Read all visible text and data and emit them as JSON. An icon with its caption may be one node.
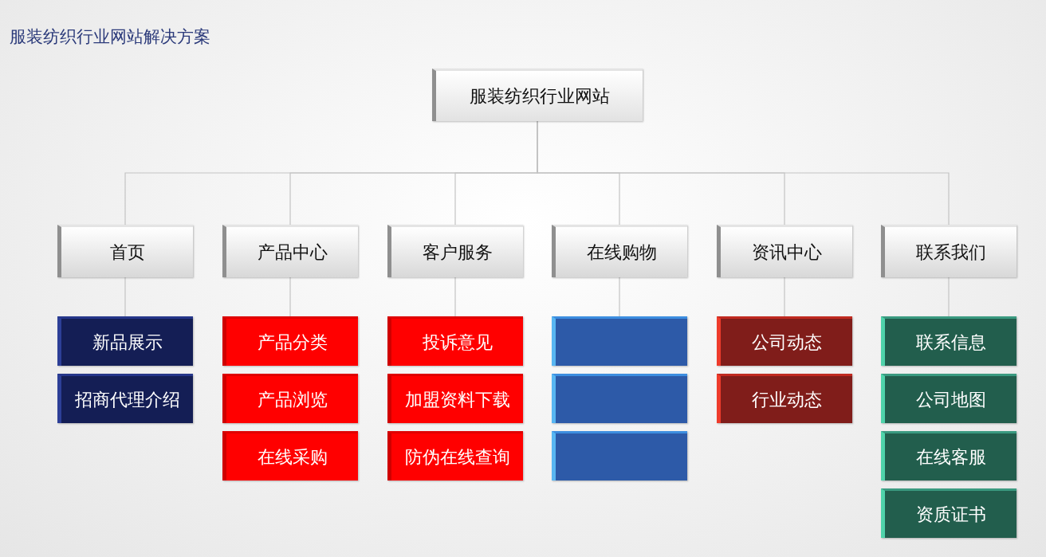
{
  "diagram": {
    "title": "服装纺织行业网站解决方案",
    "nodes": [
      {
        "text": [
          "服装纺织行业网站"
        ]
      },
      {
        "text": [
          "首页"
        ]
      },
      {
        "text": [
          "产品中心"
        ]
      },
      {
        "text": [
          "客户服务"
        ]
      },
      {
        "text": [
          "在线购物"
        ]
      },
      {
        "text": [
          "资讯中心"
        ]
      },
      {
        "text": [
          "联系我们"
        ]
      },
      {
        "text": [
          "新品展示"
        ]
      },
      {
        "text": [
          "招商代理介绍"
        ]
      },
      {
        "text": [
          "产品分类"
        ]
      },
      {
        "text": [
          "产品浏览"
        ]
      },
      {
        "text": [
          "在线采购"
        ]
      },
      {
        "text": [
          "投诉意见"
        ]
      },
      {
        "text": [
          "加盟资料下载"
        ]
      },
      {
        "text": [
          "防伪在线查询"
        ]
      },
      {
        "text": [],
        "shape": "box"
      },
      {
        "text": [],
        "shape": "box"
      },
      {
        "text": [],
        "shape": "box"
      },
      {
        "text": [
          "公司动态"
        ]
      },
      {
        "text": [
          "行业动态"
        ]
      },
      {
        "text": [
          "联系信息"
        ]
      },
      {
        "text": [
          "公司地图"
        ]
      },
      {
        "text": [
          "在线客服"
        ]
      },
      {
        "text": [
          "资质证书"
        ]
      }
    ],
    "edges": [
      {
        "from": 0,
        "to": 1,
        "arrow": "none"
      },
      {
        "from": 0,
        "to": 2,
        "arrow": "none"
      },
      {
        "from": 0,
        "to": 3,
        "arrow": "none"
      },
      {
        "from": 0,
        "to": 4,
        "arrow": "none"
      },
      {
        "from": 0,
        "to": 5,
        "arrow": "none"
      },
      {
        "from": 0,
        "to": 6,
        "arrow": "none"
      },
      {
        "from": 1,
        "to": 7,
        "arrow": "none"
      },
      {
        "from": 2,
        "to": 9,
        "arrow": "none"
      },
      {
        "from": 3,
        "to": 12,
        "arrow": "none"
      },
      {
        "from": 4,
        "to": 15,
        "arrow": "none"
      },
      {
        "from": 5,
        "to": 18,
        "arrow": "none"
      },
      {
        "from": 6,
        "to": 20,
        "arrow": "none"
      }
    ]
  }
}
